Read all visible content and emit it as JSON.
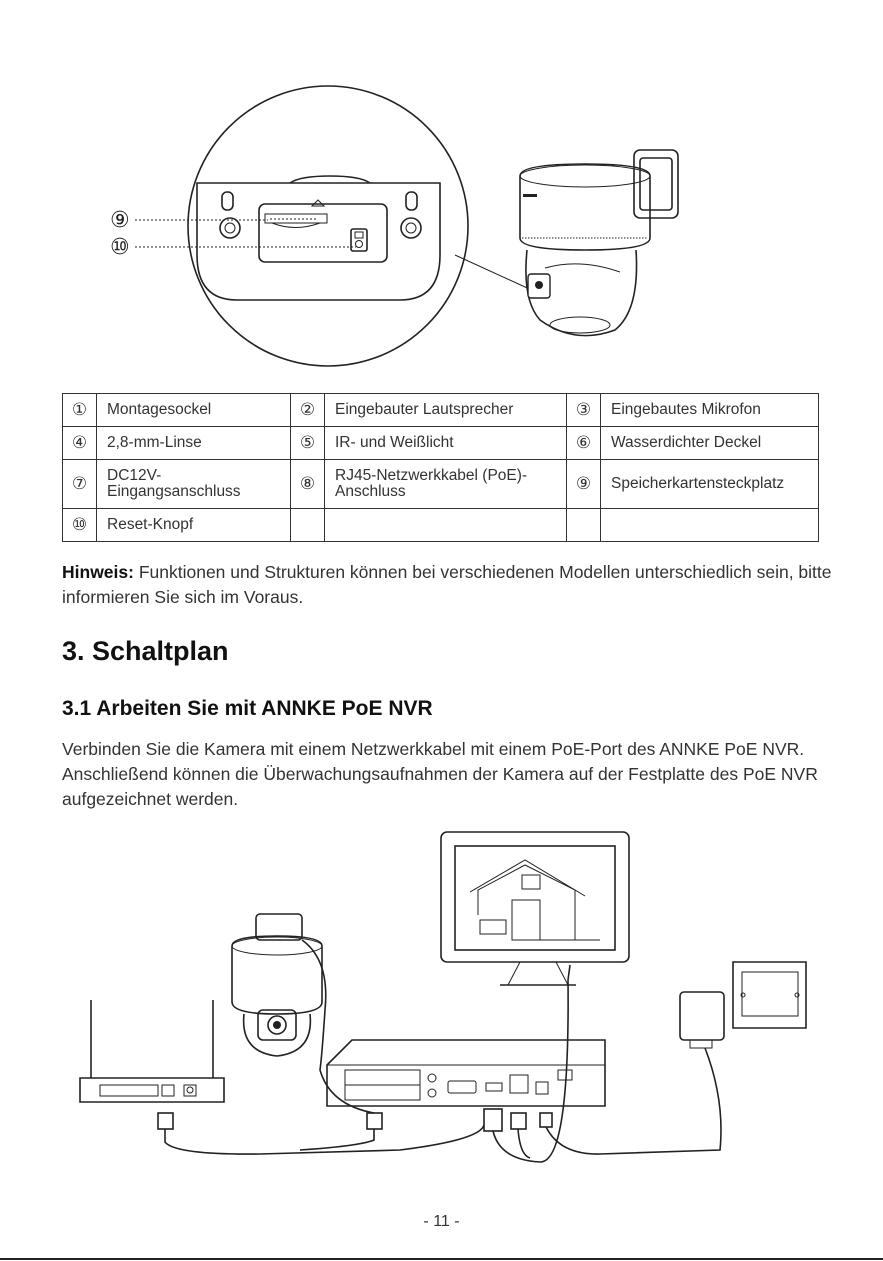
{
  "parts": [
    [
      {
        "num": "①",
        "label": "Montagesockel"
      },
      {
        "num": "②",
        "label": "Eingebauter Lautsprecher"
      },
      {
        "num": "③",
        "label": "Eingebautes Mikrofon"
      }
    ],
    [
      {
        "num": "④",
        "label": "2,8-mm-Linse"
      },
      {
        "num": "⑤",
        "label": "IR- und Weißlicht"
      },
      {
        "num": "⑥",
        "label": "Wasserdichter Deckel"
      }
    ],
    [
      {
        "num": "⑦",
        "label": "DC12V-Eingangsanschluss"
      },
      {
        "num": "⑧",
        "label": "RJ45-Netzwerkkabel (PoE)-Anschluss"
      },
      {
        "num": "⑨",
        "label": "Speicherkartensteckplatz"
      }
    ],
    [
      {
        "num": "⑩",
        "label": "Reset-Knopf"
      },
      {
        "num": "",
        "label": ""
      },
      {
        "num": "",
        "label": ""
      }
    ]
  ],
  "callouts": {
    "c9": "⑨",
    "c10": "⑩"
  },
  "note": {
    "prefix": "Hinweis:",
    "text": " Funktionen und Strukturen können bei verschiedenen Modellen unterschiedlich sein, bitte informieren Sie sich im Voraus."
  },
  "section": {
    "title": "3. Schaltplan"
  },
  "subsection": {
    "title": "3.1 Arbeiten Sie mit ANNKE PoE NVR",
    "body": "Verbinden Sie die Kamera mit einem Netzwerkkabel mit einem PoE-Port des ANNKE PoE NVR. Anschließend können die Überwachungsaufnahmen der Kamera auf der Festplatte des PoE NVR aufgezeichnet werden."
  },
  "page_number": "- 11 -"
}
